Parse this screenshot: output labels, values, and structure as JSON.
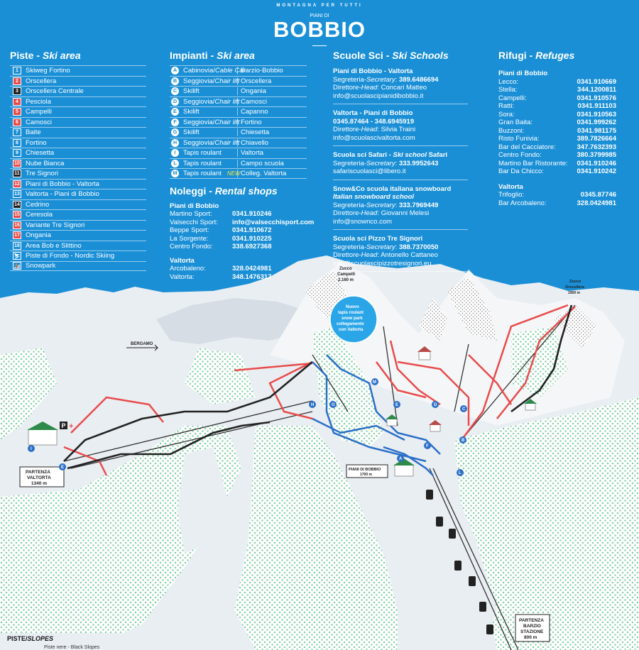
{
  "header": {
    "brand_small": "MONTAGNA   PER TUTTI",
    "brand_piani": "PIANI DI",
    "brand_title": "BOBBIO"
  },
  "piste": {
    "heading_main": "Piste - ",
    "heading_em": "Ski area",
    "items": [
      {
        "num": "1",
        "label": "Skiweg Fortino",
        "color": "#1a8fd6"
      },
      {
        "num": "2",
        "label": "Orscellera",
        "color": "#e94b4b"
      },
      {
        "num": "3",
        "label": "Orscellera Centrale",
        "color": "#222222"
      },
      {
        "num": "4",
        "label": "Pesciola",
        "color": "#e94b4b"
      },
      {
        "num": "5",
        "label": "Campelli",
        "color": "#e94b4b"
      },
      {
        "num": "6",
        "label": "Camosci",
        "color": "#e94b4b"
      },
      {
        "num": "7",
        "label": "Baite",
        "color": "#1a8fd6"
      },
      {
        "num": "8",
        "label": "Fortino",
        "color": "#1a8fd6"
      },
      {
        "num": "9",
        "label": "Chiesetta",
        "color": "#1a8fd6"
      },
      {
        "num": "10",
        "label": "Nube Bianca",
        "color": "#e94b4b"
      },
      {
        "num": "11",
        "label": "Tre Signori",
        "color": "#222222"
      },
      {
        "num": "12",
        "label": "Piani di Bobbio - Valtorta",
        "color": "#e94b4b"
      },
      {
        "num": "13",
        "label": "Valtorta - Piani di Bobbio",
        "color": "#1a8fd6"
      },
      {
        "num": "14",
        "label": "Cedrino",
        "color": "#222222"
      },
      {
        "num": "15",
        "label": "Ceresola",
        "color": "#e94b4b"
      },
      {
        "num": "16",
        "label": "Variante Tre Signori",
        "color": "#e94b4b"
      },
      {
        "num": "17",
        "label": "Ongania",
        "color": "#e94b4b"
      },
      {
        "num": "18",
        "label": "Area Bob e Slittino",
        "color": "#1a8fd6"
      },
      {
        "num": "⛷",
        "label": "Piste di Fondo - Nordic Skiing",
        "color": "#1a8fd6"
      },
      {
        "num": "🏂",
        "label": "Snowpark",
        "color": "#1a8fd6"
      }
    ]
  },
  "impianti": {
    "heading_main": "Impianti - ",
    "heading_em": "Ski area",
    "items": [
      {
        "code": "A",
        "type": "Cabinovia/",
        "type_em": "Cable Car",
        "dest": "Barzio-Bobbio"
      },
      {
        "code": "B",
        "type": "Seggiovia/",
        "type_em": "Chair lift",
        "dest": "Orscellera"
      },
      {
        "code": "C",
        "type": "Skilift",
        "type_em": "",
        "dest": "Ongania"
      },
      {
        "code": "D",
        "type": "Seggiovia/",
        "type_em": "Chair lift",
        "dest": "Camosci"
      },
      {
        "code": "E",
        "type": "Skilift",
        "type_em": "",
        "dest": "Capanno"
      },
      {
        "code": "F",
        "type": "Seggiovia/",
        "type_em": "Chair lift",
        "dest": "Fortino"
      },
      {
        "code": "G",
        "type": "Skilift",
        "type_em": "",
        "dest": "Chiesetta"
      },
      {
        "code": "H",
        "type": "Seggiovia/",
        "type_em": "Chair lift",
        "dest": "Chiavello"
      },
      {
        "code": "I",
        "type": "Tapis roulant",
        "type_em": "",
        "dest": "Valtorta"
      },
      {
        "code": "L",
        "type": "Tapis roulant",
        "type_em": "",
        "dest": "Campo scuola"
      },
      {
        "code": "M",
        "type": "Tapis roulant",
        "type_em": "",
        "dest": "Colleg. Valtorta",
        "new": "NEW"
      }
    ]
  },
  "noleggi": {
    "heading_main": "Noleggi - ",
    "heading_em": "Rental shops",
    "group1_title": "Piani di Bobbio",
    "group1": [
      {
        "k": "Martino Sport:",
        "v": "0341.910246"
      },
      {
        "k": "Valsecchi Sport:",
        "v": "info@valsecchisport.com"
      },
      {
        "k": "Beppe Sport:",
        "v": "0341.910672"
      },
      {
        "k": "La Sorgente:",
        "v": "0341.910225"
      },
      {
        "k": "Centro Fondo:",
        "v": "338.6927368"
      }
    ],
    "group2_title": "Valtorta",
    "group2": [
      {
        "k": "Arcobaleno:",
        "v": "328.0424981"
      },
      {
        "k": "Valtorta:",
        "v": "348.1476317"
      }
    ]
  },
  "scuole": {
    "heading_main": "Scuole Sci - ",
    "heading_em": "Ski Schools",
    "items": [
      {
        "title": "Piani di Bobbio - Valtorta",
        "lines": [
          {
            "a": "Segreteria-",
            "em": "Secretary",
            "b": ":",
            "bold": "389.6486694"
          },
          {
            "a": "Direttore-",
            "em": "Head",
            "b": ": Concari Matteo",
            "bold": ""
          },
          {
            "a": "info@scuolascipianidibobbio.it",
            "em": "",
            "b": "",
            "bold": ""
          }
        ]
      },
      {
        "title": "Valtorta - Piani di Bobbio",
        "lines": [
          {
            "a": "",
            "em": "",
            "b": "",
            "bold": "0345.87464 - 348.6945919"
          },
          {
            "a": "Direttore-",
            "em": "Head",
            "b": ": Silvia Traini",
            "bold": ""
          },
          {
            "a": "info@scuolascivaltorta.com",
            "em": "",
            "b": "",
            "bold": ""
          }
        ]
      },
      {
        "title": "Scuola sci Safari - ",
        "title_em": "Ski school",
        "title_b": " Safari",
        "lines": [
          {
            "a": "Segreteria-",
            "em": "Secretary",
            "b": ":",
            "bold": "333.9952643"
          },
          {
            "a": "safariscuolasci@libero.it",
            "em": "",
            "b": "",
            "bold": ""
          }
        ]
      },
      {
        "title": "Snow&Co scuola italiana snowboard",
        "title2_em": "Italian snowboard school",
        "lines": [
          {
            "a": "Segreteria-",
            "em": "Secretary",
            "b": ":",
            "bold": "333.7969449"
          },
          {
            "a": "Direttore-",
            "em": "Head",
            "b": ": Giovanni Melesi",
            "bold": ""
          },
          {
            "a": "info@snownco.com",
            "em": "",
            "b": "",
            "bold": ""
          }
        ]
      },
      {
        "title": "Scuola sci Pizzo Tre Signori",
        "lines": [
          {
            "a": "Segreteria-",
            "em": "Secretary",
            "b": ":",
            "bold": "388.7370050"
          },
          {
            "a": "Direttore-",
            "em": "Head",
            "b": ": Antonello Cattaneo",
            "bold": ""
          },
          {
            "a": "info@scuolascipizzotresignori.eu",
            "em": "",
            "b": "",
            "bold": ""
          }
        ]
      }
    ]
  },
  "rifugi": {
    "heading_main": "Rifugi - ",
    "heading_em": "Refuges",
    "group1_title": "Piani di Bobbio",
    "group1": [
      {
        "k": "Lecco:",
        "v": "0341.910669"
      },
      {
        "k": "Stella:",
        "v": "344.1200811"
      },
      {
        "k": "Campelli:",
        "v": "0341.910576"
      },
      {
        "k": "Ratti:",
        "v": "0341.911103"
      },
      {
        "k": "Sora:",
        "v": "0341.910563"
      },
      {
        "k": "Gran Baita:",
        "v": "0341.999262"
      },
      {
        "k": "Buzzoni:",
        "v": "0341.981175"
      },
      {
        "k": "Risto Funivia:",
        "v": "389.7826664"
      },
      {
        "k": "Bar del Cacciatore:",
        "v": "347.7632393"
      },
      {
        "k": "Centro Fondo:",
        "v": "380.3799985"
      },
      {
        "k": "Martino Bar Ristorante:",
        "v": "0341.910246"
      },
      {
        "k": "Bar Da Chicco:",
        "v": "0341.910242"
      }
    ],
    "group2_title": "Valtorta",
    "group2": [
      {
        "k": "Trifoglio:",
        "v": "0345.87746"
      },
      {
        "k": "Bar Arcobaleno:",
        "v": "328.0424981"
      }
    ]
  },
  "map": {
    "peak_campelli": "Zucco",
    "peak_campelli2": "Campelli",
    "peak_campelli_alt": "2.160 m",
    "peak_orscellera": "Zucco",
    "peak_orscellera2": "Orscellera",
    "peak_orscellera_alt": "1950 m",
    "bergamo": "BERGAMO",
    "valtorta_1": "PARTENZA",
    "valtorta_2": "VALTORTA",
    "valtorta_alt": "1340 m",
    "bobbio_1": "PIANI DI BOBBIO",
    "bobbio_alt": "1700 m",
    "barzio_1": "PARTENZA",
    "barzio_2": "BARZIO",
    "barzio_3": "STAZIONE",
    "barzio_alt": "800 m",
    "badge_1": "Nuovo",
    "badge_2": "tapis roulant",
    "badge_3": "snow park",
    "badge_4": "collegamento",
    "badge_5": "con Valtorta",
    "parking": "P",
    "legend_title": "PISTE/",
    "legend_title_em": "SLOPES",
    "legend_sub": "Piste nere - Black Slopes"
  }
}
